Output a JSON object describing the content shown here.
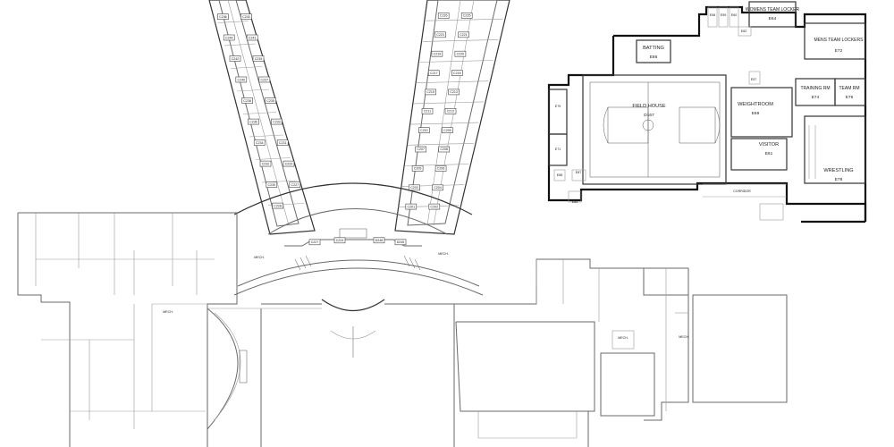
{
  "wing_left_rooms": [
    "C246",
    "C243",
    "C244",
    "C241",
    "C242",
    "C239",
    "C240",
    "C237",
    "C238",
    "C235",
    "C236",
    "C233",
    "C234",
    "C231",
    "C232",
    "C229",
    "C230",
    "C227",
    "C228"
  ],
  "wing_right_rooms": [
    "C226",
    "C225",
    "C223",
    "C221",
    "C219",
    "C220",
    "C217",
    "C218",
    "C215",
    "C213",
    "C211",
    "C212",
    "C210",
    "C209",
    "C207",
    "C208",
    "C205",
    "C206",
    "C203",
    "C204",
    "C201",
    "C202"
  ],
  "arc_rooms": [
    "C227",
    "C224",
    "D248",
    "D245"
  ],
  "mech_labels": [
    "MECH.",
    "MECH.",
    "MECH.",
    "MECH.",
    "MECH."
  ],
  "athletics": {
    "batting": {
      "name": "BATTING",
      "num": "E86"
    },
    "field_house": {
      "name": "FIELD HOUSE",
      "num": "D167"
    },
    "weightroom": {
      "name": "WEIGHTROOM",
      "num": "E69"
    },
    "visitor": {
      "name": "VISITOR",
      "num": "E61"
    },
    "womens_locker": {
      "name": "WOMENS TEAM LOCKER",
      "num": "E64"
    },
    "mens_locker": {
      "name": "MENS TEAM LOCKERS",
      "num": "E72"
    },
    "training_rm": {
      "name": "TRAINING RM",
      "num": "E74"
    },
    "team_rm": {
      "name": "TEAM RM",
      "num": "E76"
    },
    "wrestling": {
      "name": "WRESTLING",
      "num": "E78"
    },
    "small_rooms": [
      "E79",
      "E71",
      "E88",
      "E87",
      "E85",
      "E57",
      "E62",
      "E58",
      "E59",
      "E60"
    ],
    "corridor": "CORRIDOR"
  }
}
